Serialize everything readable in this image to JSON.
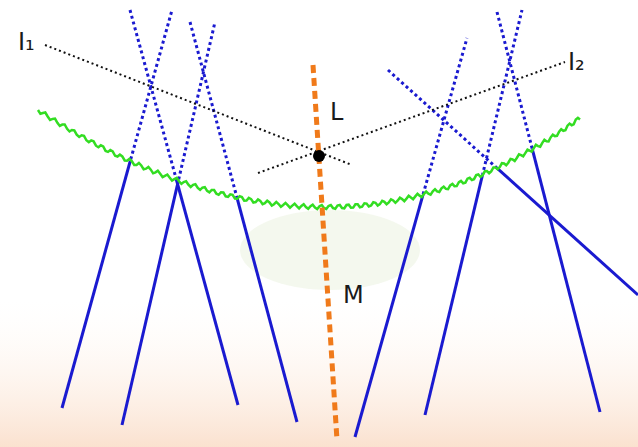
{
  "diagram": {
    "labels": [
      "I₁",
      "I₂",
      "L",
      "M"
    ]
  }
}
